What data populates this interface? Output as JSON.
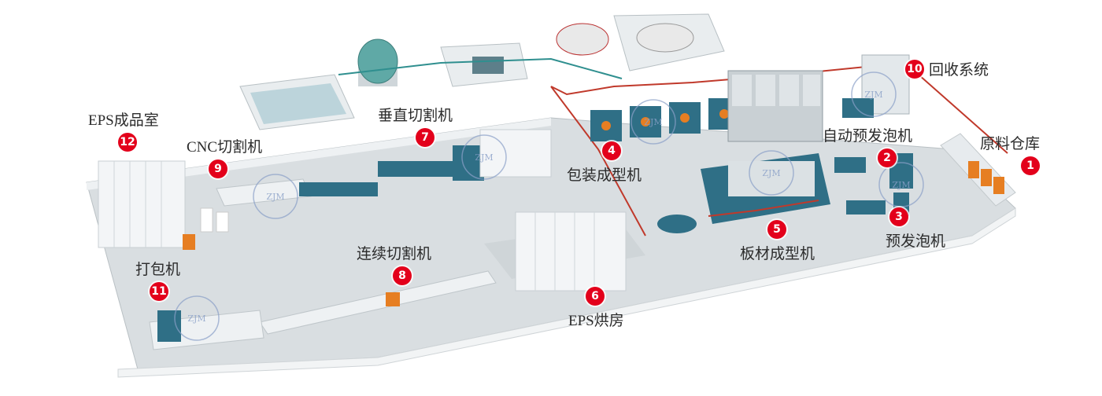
{
  "stations": [
    {
      "number": "1",
      "label": "原料仓库"
    },
    {
      "number": "2",
      "label": "自动预发泡机"
    },
    {
      "number": "3",
      "label": "预发泡机"
    },
    {
      "number": "4",
      "label": "包装成型机"
    },
    {
      "number": "5",
      "label": "板材成型机"
    },
    {
      "number": "6",
      "label": "EPS烘房"
    },
    {
      "number": "7",
      "label": "垂直切割机"
    },
    {
      "number": "8",
      "label": "连续切割机"
    },
    {
      "number": "9",
      "label": "CNC切割机"
    },
    {
      "number": "10",
      "label": "回收系统"
    },
    {
      "number": "11",
      "label": "打包机"
    },
    {
      "number": "12",
      "label": "EPS成品室"
    }
  ],
  "watermark": "ZJM",
  "colors": {
    "badge": "#e3001b",
    "floor": "#d7dcdf",
    "wall": "#eef1f3",
    "machine_blue": "#2f6f86",
    "pipe_red": "#c0392b",
    "eps_block": "#f3f5f7"
  }
}
